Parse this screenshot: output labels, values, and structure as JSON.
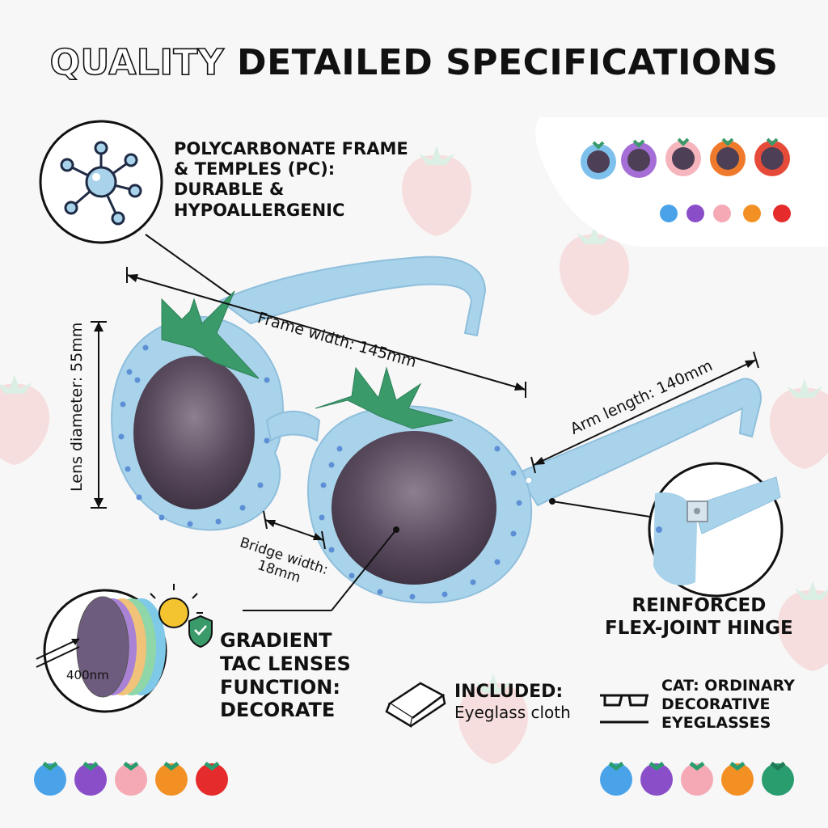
{
  "title": {
    "outline_word": "QUALITY",
    "main": "DETAILED SPECIFICATIONS"
  },
  "labels": {
    "frame_material": [
      "POLYCARBONATE FRAME",
      "& TEMPLES (PC):",
      "DURABLE &",
      "HYPOALLERGENIC"
    ],
    "lenses": [
      "GRADIENT",
      "TAC LENSES",
      "FUNCTION:",
      "DECORATE"
    ],
    "included_title": "INCLUDED:",
    "included_item": "Eyeglass cloth",
    "category": [
      "CAT: ORDINARY",
      "DECORATIVE",
      "EYEGLASSES"
    ],
    "hinge": [
      "REINFORCED",
      "FLEX-JOINT HINGE"
    ]
  },
  "dimensions": {
    "frame_width": "Frame width: 145mm",
    "lens_diameter": "Lens diameter: 55mm",
    "arm_length": "Arm length: 140mm",
    "bridge_width_line1": "Bridge width:",
    "bridge_width_line2": "18mm",
    "uv": "400nm"
  },
  "colors": {
    "frame": "#a9d3ea",
    "frame_dots": "#5d8fd6",
    "leaf": "#3a9a6a",
    "lens": "#5a4c5e",
    "swatches_top": [
      "#4aa3e8",
      "#8a4fc8",
      "#f4a9b4",
      "#f39023",
      "#e52b2b"
    ],
    "swatches_bottom_left": [
      "#4aa3e8",
      "#8a4fc8",
      "#f4a9b4",
      "#f39023",
      "#e52b2b"
    ],
    "swatches_bottom_right": [
      "#4aa3e8",
      "#8a4fc8",
      "#f4a9b4",
      "#f39023",
      "#2a9d6f"
    ]
  },
  "icons": [
    "molecule-icon",
    "sun-shield-icon",
    "cloth-icon",
    "eyeglasses-icon",
    "hinge-closeup"
  ]
}
